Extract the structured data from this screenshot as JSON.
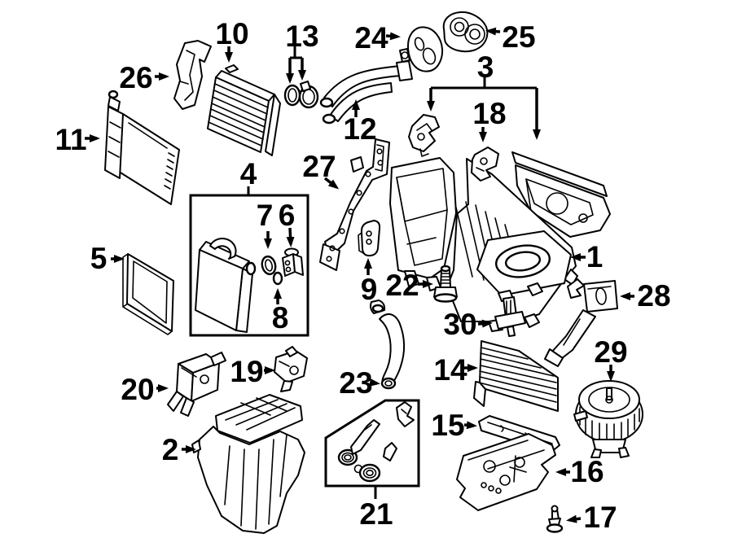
{
  "diagram": {
    "title": "Air conditioner / heater evaporator components exploded parts diagram",
    "background_color": "#ffffff",
    "line_color": "#000000",
    "callouts": {
      "c1": "1",
      "c2": "2",
      "c3": "3",
      "c4": "4",
      "c5": "5",
      "c6": "6",
      "c7": "7",
      "c8": "8",
      "c9": "9",
      "c10": "10",
      "c11": "11",
      "c12": "12",
      "c13": "13",
      "c14": "14",
      "c15": "15",
      "c16": "16",
      "c17": "17",
      "c18": "18",
      "c19": "19",
      "c20": "20",
      "c21": "21",
      "c22": "22",
      "c23": "23",
      "c24": "24",
      "c25": "25",
      "c26": "26",
      "c27": "27",
      "c28": "28",
      "c29": "29",
      "c30": "30"
    }
  }
}
